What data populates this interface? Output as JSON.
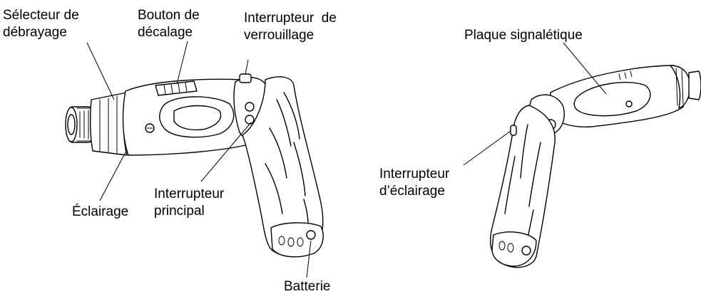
{
  "labels": {
    "clutch_selector": [
      "Sélecteur de",
      "débrayage"
    ],
    "shift_button": [
      "Bouton de",
      "décalage"
    ],
    "lock_switch": [
      "Interrupteur  de",
      "verrouillage"
    ],
    "nameplate": [
      "Plaque signalétique"
    ],
    "light_switch": [
      "Interrupteur",
      "d’éclairage"
    ],
    "lighting": [
      "Éclairage"
    ],
    "main_switch": [
      "Interrupteur",
      "principal"
    ],
    "battery": [
      "Batterie"
    ]
  }
}
